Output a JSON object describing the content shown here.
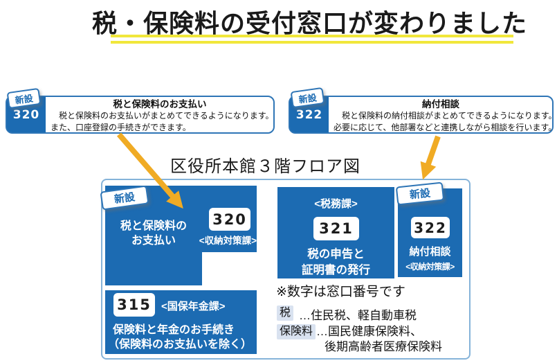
{
  "title": "税・保険料の受付窓口が変わりました",
  "colors": {
    "primary_blue": "#1c6bb2",
    "map_border_blue": "#85b3d9",
    "underline_yellow": "#f1e73b",
    "arrow_orange": "#f0ab24",
    "legend_chip_bg": "#d9e2f0"
  },
  "callouts": {
    "payment": {
      "badge": "新設",
      "number": "320",
      "title": "税と保険料のお支払い",
      "body_line1": "税と保険料のお支払いがまとめてできるようになります。",
      "body_line2": "また、口座登録の手続きができます。"
    },
    "consult": {
      "badge": "新設",
      "number": "322",
      "title": "納付相談",
      "body_line1": "税と保険料の納付相談がまとめてできるようになります。",
      "body_line2": "必要に応じて、他部署などと連携しながら相談を行います。"
    }
  },
  "floor_map": {
    "label": "区役所本館３階フロア図",
    "areas": {
      "payment": {
        "badge": "新設",
        "name_line1": "税と保険料の",
        "name_line2": "お支払い",
        "window": "320",
        "dept": "<収納対策課>"
      },
      "pension": {
        "window": "315",
        "dept": "<国保年金課>",
        "name_line1": "保険料と年金のお手続き",
        "name_line2": "（保険料のお支払いを除く）"
      },
      "tax": {
        "dept": "<税務課>",
        "window": "321",
        "name_line1": "税の申告と",
        "name_line2": "証明書の発行"
      },
      "consult": {
        "badge": "新設",
        "window": "322",
        "name": "納付相談",
        "dept": "<収納対策課>"
      }
    },
    "note": "※数字は窓口番号です",
    "legend": [
      {
        "term": "税",
        "desc_line1": "…住民税、軽自動車税",
        "desc_line2": ""
      },
      {
        "term": "保険料",
        "desc_line1": "…国民健康保険料、",
        "desc_line2": "後期高齢者医療保険料"
      }
    ]
  }
}
